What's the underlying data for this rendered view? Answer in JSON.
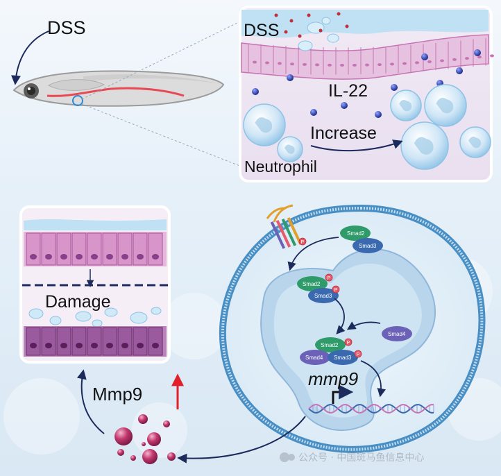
{
  "labels": {
    "dss_top": "DSS",
    "dss_inset": "DSS",
    "il22": "IL-22",
    "increase": "Increase",
    "neutrophil": "Neutrophil",
    "damage": "Damage",
    "mmp9_protein": "Mmp9",
    "mmp9_gene": "mmp9"
  },
  "smad": {
    "smad2_a": "Smad2",
    "smad3_a": "Smad3",
    "smad2_b": "Smad2",
    "smad3_b": "Smad3",
    "smad4_free": "Smad4",
    "smad2_c": "Smad2",
    "smad4_c": "Smad4",
    "smad3_c": "Smad3",
    "phospho": "P"
  },
  "watermark": "公众号 · 中国斑马鱼信息中心",
  "colors": {
    "arrow_navy": "#1c2a5c",
    "up_arrow": "#e0202a",
    "membrane": "#4a8fc4",
    "nucleus": "#cfe4f3",
    "smad_green": "#2f9a6a",
    "smad_blue": "#3a69b0",
    "smad_purple": "#6b62b8",
    "phospho_red": "#e65a6a",
    "epithelium_pink": "#c774b4",
    "epithelium_purple": "#8a3f8a",
    "droplet_pink": "#c2396e"
  }
}
